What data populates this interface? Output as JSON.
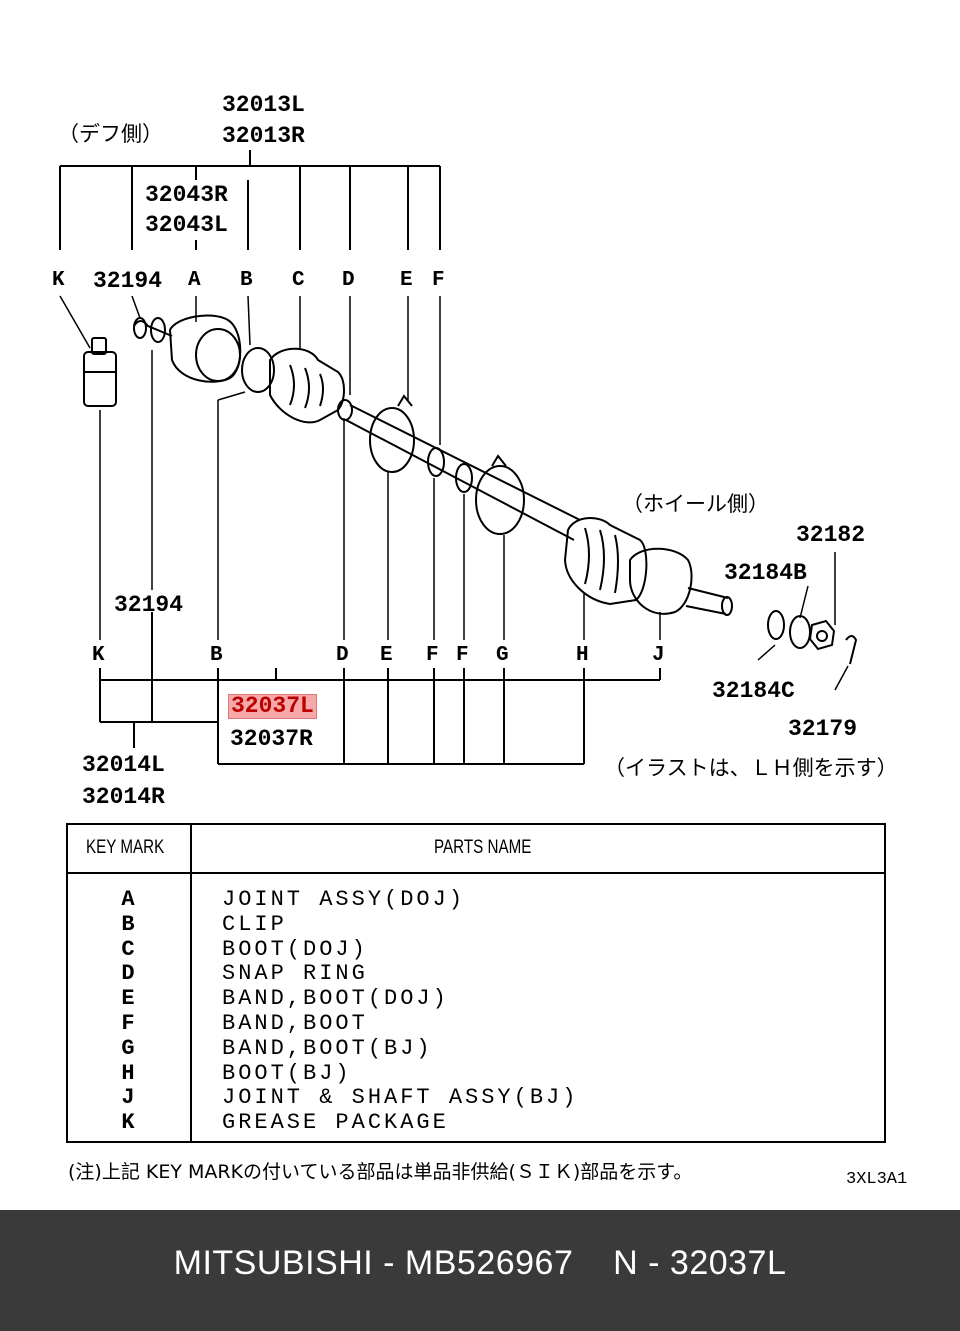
{
  "diagram": {
    "labels_top": {
      "part_32013L": "32013L",
      "part_32013R": "32013R",
      "diff_side": "（デフ側）",
      "part_32043R": "32043R",
      "part_32043L": "32043L",
      "part_32194_top": "32194",
      "key_K": "K",
      "key_A": "A",
      "key_B": "B",
      "key_C": "C",
      "key_D": "D",
      "key_E": "E",
      "key_F": "F"
    },
    "labels_right": {
      "wheel_side": "（ホイール側）",
      "part_32182": "32182",
      "part_32184B": "32184B",
      "part_32184C": "32184C",
      "part_32179": "32179",
      "illustration_note": "（イラストは、ＬＨ側を示す）"
    },
    "labels_bottom": {
      "part_32194_mid": "32194",
      "key_K": "K",
      "key_B": "B",
      "key_D": "D",
      "key_E": "E",
      "key_F1": "F",
      "key_F2": "F",
      "key_G": "G",
      "key_H": "H",
      "key_J": "J",
      "part_32037L": "32037L",
      "part_32037R": "32037R",
      "part_32014L": "32014L",
      "part_32014R": "32014R"
    },
    "highlight_color": "#f7a8a8"
  },
  "table": {
    "header_key": "KEY MARK",
    "header_name": "PARTS NAME",
    "rows": [
      {
        "key": "A",
        "name": "JOINT ASSY(DOJ)"
      },
      {
        "key": "B",
        "name": "CLIP"
      },
      {
        "key": "C",
        "name": "BOOT(DOJ)"
      },
      {
        "key": "D",
        "name": "SNAP RING"
      },
      {
        "key": "E",
        "name": "BAND,BOOT(DOJ)"
      },
      {
        "key": "F",
        "name": "BAND,BOOT"
      },
      {
        "key": "G",
        "name": "BAND,BOOT(BJ)"
      },
      {
        "key": "H",
        "name": "BOOT(BJ)"
      },
      {
        "key": "J",
        "name": "JOINT & SHAFT ASSY(BJ)"
      },
      {
        "key": "K",
        "name": "GREASE PACKAGE"
      }
    ]
  },
  "note": "(注)上記 KEY MARKの付いている部品は単品非供給(ＳＩＫ)部品を示す。",
  "diagram_code": "3XL3A1",
  "footer": {
    "text": "MITSUBISHI - MB526967    N - 32037L",
    "background": "#3a3a3a"
  }
}
